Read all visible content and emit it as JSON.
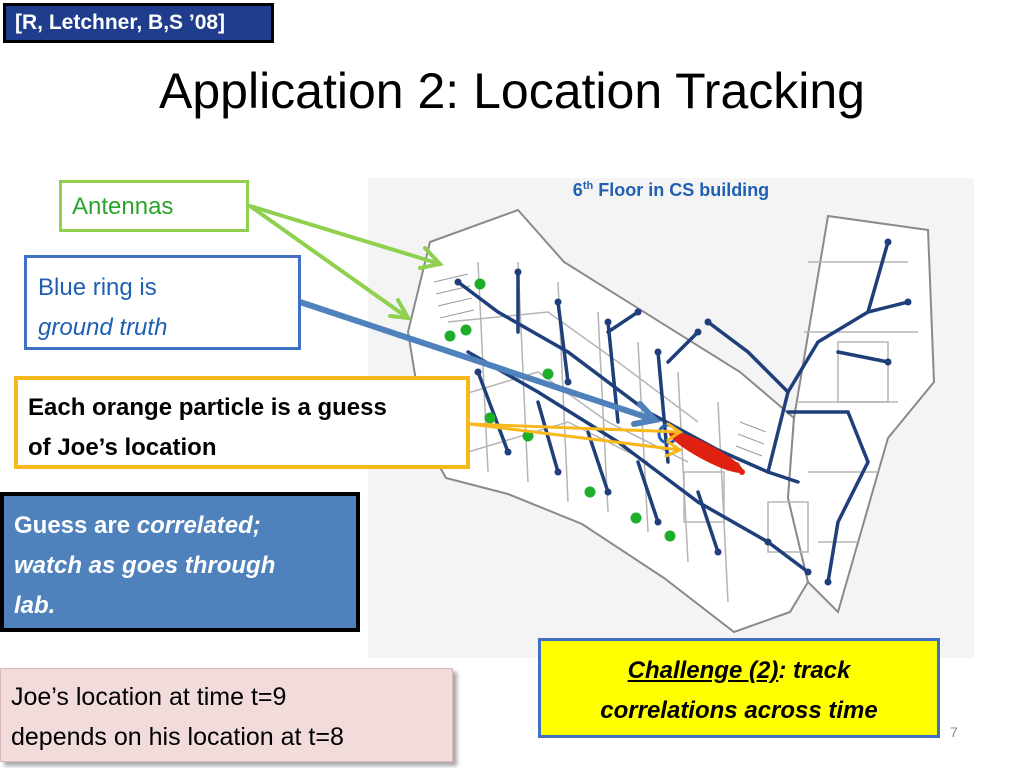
{
  "citation": "[R, Letchner, B,S ’08]",
  "title": "Application 2: Location Tracking",
  "map": {
    "caption_prefix": "6",
    "caption_sup": "th",
    "caption_rest": " Floor in CS building"
  },
  "callouts": {
    "antennas": "Antennas",
    "blue_ring_line1": "Blue ring is",
    "blue_ring_line2": "ground truth",
    "orange_line1": "Each orange particle is a guess",
    "orange_line2": "of Joe’s location",
    "correlated_prefix": "Guess are ",
    "correlated_italic1": "correlated;",
    "correlated_italic2": "watch as goes through",
    "correlated_italic3": "lab."
  },
  "joe": {
    "line1": "Joe’s location at time t=9",
    "line2": "depends on his location at t=8"
  },
  "challenge": {
    "underlined": "Challenge (2)",
    "rest1": ": track",
    "line2": "correlations across time"
  },
  "page_number": "7",
  "colors": {
    "citation_bg": "#1f3d8c",
    "antenna_green": "#8fd14f",
    "blue": "#3f70c4",
    "orange": "#f6b81a",
    "correlated_bg": "#4f81bd",
    "joe_bg": "#f2dcdb",
    "challenge_bg": "#ffff00",
    "map_caption": "#1f5fb4",
    "track_blue": "#1f3f7a",
    "antenna_dot": "#1fae2a",
    "particle_red": "#e02010"
  }
}
